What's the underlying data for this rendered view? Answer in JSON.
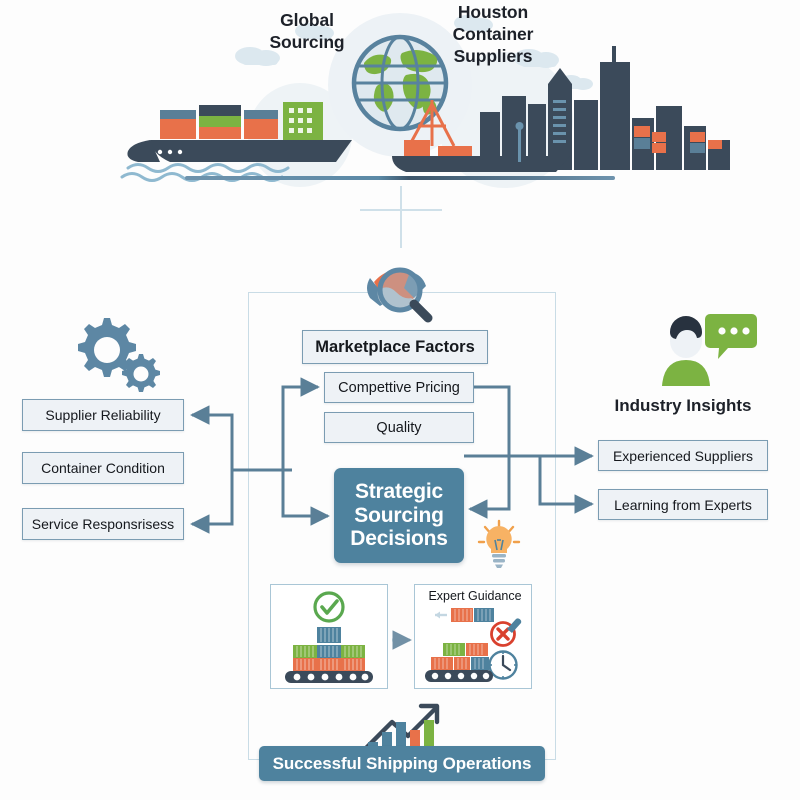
{
  "header": {
    "left_caption": "Global\nSourcing",
    "left_caption_line1": "Global",
    "left_caption_line2": "Sourcing",
    "right_caption_line1": "Houston",
    "right_caption_line2": "Container",
    "right_caption_line3": "Suppliers"
  },
  "center": {
    "marketplace_factors": "Marketplace Factors",
    "competitive_pricing": "Compettive Pricing",
    "quality": "Quality",
    "decision_line1": "Strategic",
    "decision_line2": "Sourcing",
    "decision_line3": "Decisions",
    "expert_guidance": "Expert Guidance"
  },
  "left_column": {
    "items": [
      {
        "label": "Supplier Reliability"
      },
      {
        "label": "Container Condition"
      },
      {
        "label": "Service Responsrisess"
      }
    ]
  },
  "right_column": {
    "heading": "Industry Insights",
    "items": [
      {
        "label": "Experienced Suppliers"
      },
      {
        "label": "Learning from Experts"
      }
    ]
  },
  "footer": {
    "banner": "Successful Shipping Operations"
  },
  "colors": {
    "accent_blue": "#4e829e",
    "deep_navy": "#3b4a5a",
    "box_fill": "#eef2f6",
    "box_border": "#7b9cb2",
    "panel_border": "#c9dce6",
    "connector": "#5a7f97",
    "green": "#7cb342",
    "orange": "#e8714a",
    "red": "#d9412e",
    "page_background": "#fdfdfd"
  },
  "icons": {
    "gears": "gears-icon",
    "person_chat": "person-chat-icon",
    "magnifier_handshake": "magnifier-handshake-icon",
    "lightbulb": "lightbulb-icon",
    "globe": "globe-icon",
    "cargo_ship": "cargo-ship-icon",
    "city_skyline": "city-skyline-icon",
    "check_circle": "check-circle-icon",
    "error_circle": "error-circle-icon",
    "clock": "clock-icon",
    "growth_chart": "growth-chart-icon"
  }
}
